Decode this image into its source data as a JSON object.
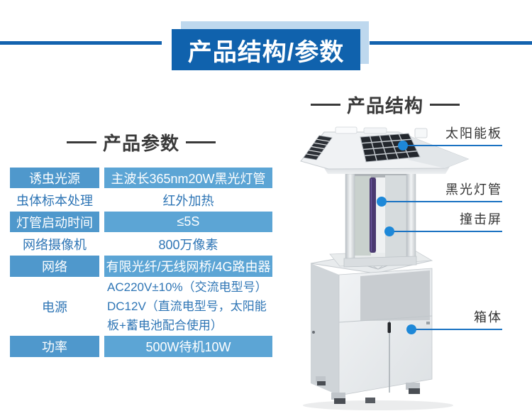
{
  "banner": {
    "title": "产品结构/参数"
  },
  "parameters": {
    "title": "产品参数",
    "rows": [
      {
        "label": "诱虫光源",
        "value": "主波长365nm20W黑光灯管"
      },
      {
        "label": "虫体标本处理",
        "value": "红外加热"
      },
      {
        "label": "灯管启动时间",
        "value": "≤5S"
      },
      {
        "label": "网络摄像机",
        "value": "800万像素"
      },
      {
        "label": "网络",
        "value": "有限光纤/无线网桥/4G路由器"
      },
      {
        "label": "电源",
        "value": "AC220V±10%（交流电型号）\nDC12V（直流电型号，太阳能\n板+蓄电池配合使用）"
      },
      {
        "label": "功率",
        "value": "500W待机10W"
      }
    ]
  },
  "structure": {
    "title": "产品结构",
    "labels": [
      {
        "text": "太阳能板"
      },
      {
        "text": "黑光灯管"
      },
      {
        "text": "撞击屏"
      },
      {
        "text": "箱体"
      }
    ]
  },
  "colors": {
    "banner_blue": "#1062ad",
    "banner_shadow": "#bed8ee",
    "divider_blue": "#1262ae",
    "row_label_blue": "#4f98cc",
    "row_value_blue": "#5ca5d5",
    "cell_text_blue": "#2e75b5",
    "callout_line": "#1a72c2",
    "callout_dot": "#1e88d8",
    "lamp_purple": "#4a3970"
  }
}
